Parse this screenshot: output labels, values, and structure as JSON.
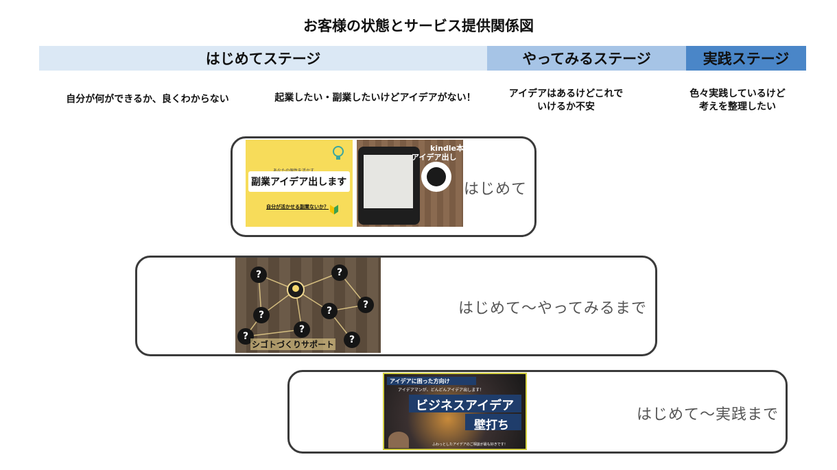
{
  "title": "お客様の状態とサービス提供関係図",
  "stages": [
    "はじめてステージ",
    "やってみるステージ",
    "実践ステージ"
  ],
  "states": [
    "自分が何ができるか、良くわからない",
    "起業したい・副業したいけどアイデアがない！",
    "アイデアはあるけどこれで\nいけるか不安",
    "色々実践しているけど\n考えを整理したい"
  ],
  "services": [
    {
      "label": "はじめて",
      "image1": {
        "small": "あなたの個性を活かす",
        "title": "副業アイデア出します",
        "sub": "自分が活かせる副業ないか？"
      },
      "image2": {
        "line1": "kindle本",
        "line2": "アイデア出し"
      }
    },
    {
      "label": "はじめて〜やってみるまで",
      "image": {
        "caption": "シゴトづくりサポート",
        "mark": "?"
      }
    },
    {
      "label": "はじめて〜実践まで",
      "image": {
        "top": "アイデアに困った方向け",
        "sub": "アイデアマンが、どんどんアイデア出します！",
        "title1": "ビジネスアイデア",
        "title2": "壁打ち",
        "bottom": "ふわっとしたアイデアのご相談が最も好きです！"
      }
    }
  ],
  "colors": {
    "stage1": "#dbe8f5",
    "stage2": "#a6c4e6",
    "stage3": "#4a86c8",
    "border": "#3a3a3a",
    "yellow": "#f7dc5a"
  }
}
